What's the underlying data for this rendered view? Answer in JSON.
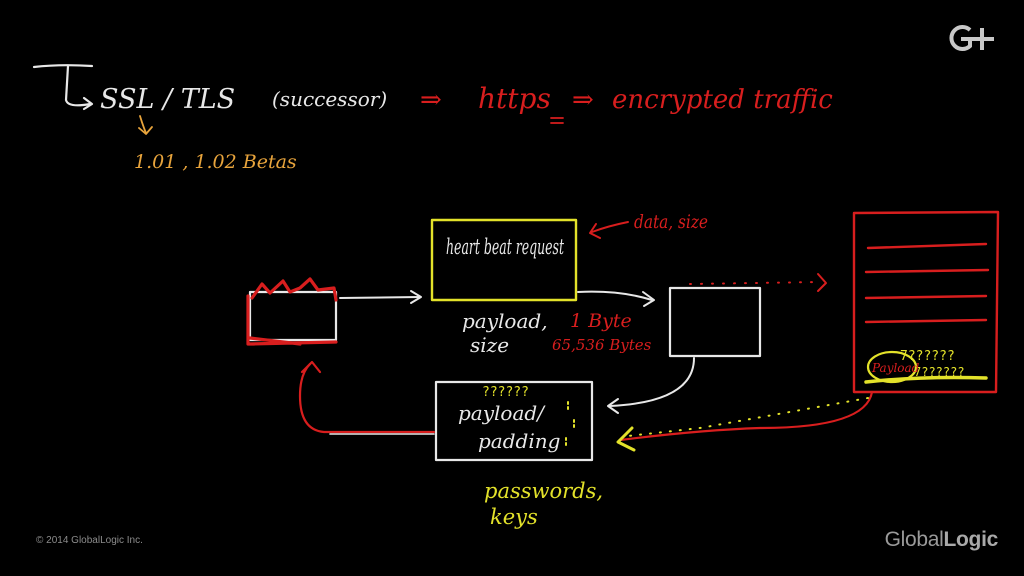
{
  "colors": {
    "background": "#000000",
    "white": "#e8e8e8",
    "red": "#d81e1e",
    "yellow": "#e3e22a",
    "orange": "#e8a43c"
  },
  "board": {
    "line1": {
      "protocol": "SSL / TLS",
      "successor": "(successor)",
      "implies1": "⇒",
      "https": "https",
      "implies2": "⇒",
      "encrypted": "encrypted traffic"
    },
    "versions": "1.01 , 1.02 Betas",
    "request_box": "heart beat request",
    "request_note": "data, size",
    "payload_label_1": "payload,",
    "payload_label_2": "size",
    "size_1": "1 Byte",
    "size_2": "65,536 Bytes",
    "response_box_1": "payload/",
    "response_box_2": "padding",
    "response_marks": "??????",
    "memory_marks": "7??????",
    "memory_payload": "Payload",
    "leaked_1": "passwords,",
    "leaked_2": "keys"
  },
  "footer": {
    "copyright": "© 2014 GlobalLogic Inc.",
    "brand_light": "Global",
    "brand_bold": "Logic"
  },
  "logo_icon": "globallogic-mark-icon"
}
